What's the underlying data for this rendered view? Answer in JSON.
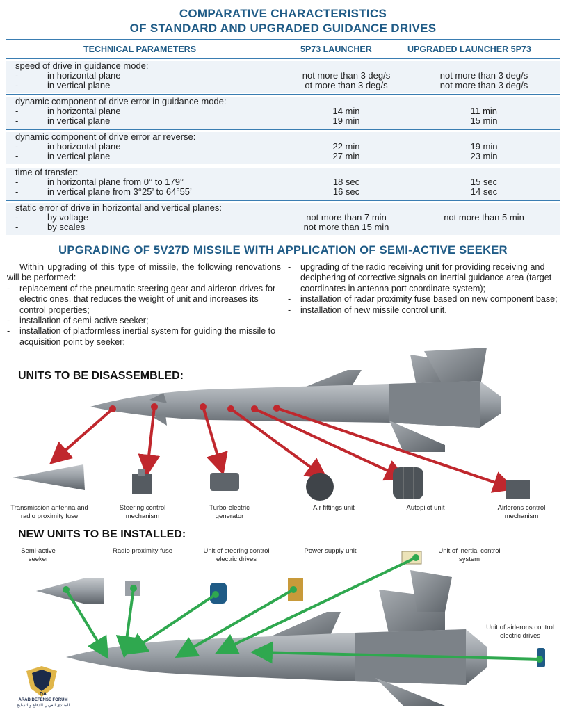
{
  "title": {
    "line1": "COMPARATIVE CHARACTERISTICS",
    "line2": "OF STANDARD AND UPGRADED GUIDANCE DRIVES"
  },
  "table": {
    "headers": [
      "TECHNICAL PARAMETERS",
      "5P73 LAUNCHER",
      "UPGRADED LAUNCHER 5P73"
    ],
    "groups": [
      {
        "label": "speed of drive in guidance mode:",
        "rows": [
          {
            "dash": "-",
            "param": "in horizontal plane",
            "v1": "not more than 3 deg/s",
            "v2": "not more than 3 deg/s"
          },
          {
            "dash": "-",
            "param": "in vertical plane",
            "v1": "ot more than 3 deg/s",
            "v2": "not more than 3 deg/s"
          }
        ]
      },
      {
        "label": "dynamic component of drive error in guidance mode:",
        "rows": [
          {
            "dash": "-",
            "param": "in horizontal plane",
            "v1": "14 min",
            "v2": "11 min"
          },
          {
            "dash": "-",
            "param": "in vertical plane",
            "v1": "19 min",
            "v2": "15 min"
          }
        ]
      },
      {
        "label": "dynamic component of drive error ar reverse:",
        "rows": [
          {
            "dash": "-",
            "param": "in horizontal plane",
            "v1": "22 min",
            "v2": "19 min"
          },
          {
            "dash": "-",
            "param": "in vertical plane",
            "v1": "27 min",
            "v2": "23 min"
          }
        ]
      },
      {
        "label": "time of transfer:",
        "rows": [
          {
            "dash": "-",
            "param": "in horizontal plane from 0° to 179°",
            "v1": "18 sec",
            "v2": "15 sec"
          },
          {
            "dash": "-",
            "param": "in vertical plane from 3°25’ to 64°55’",
            "v1": "16 sec",
            "v2": "14 sec"
          }
        ]
      },
      {
        "label": "static error of drive in horizontal and vertical planes:",
        "rows": [
          {
            "dash": "-",
            "param": "by voltage",
            "v1": "not more than 7 min",
            "v2": "not more than 5 min"
          },
          {
            "dash": "-",
            "param": "by scales",
            "v1": "not more than 15 min",
            "v2": ""
          }
        ]
      }
    ]
  },
  "upgrade": {
    "heading": "UPGRADING OF 5V27D MISSILE WITH APPLICATION OF SEMI-ACTIVE SEEKER",
    "intro": "Within upgrading of this type of missile, the following renovations will be performed:",
    "left_items": [
      "replacement of the pneumatic steering gear and airleron drives for electric ones, that reduces the weight of unit and increases its control properties;",
      "installation of semi-active seeker;",
      "installation of platformless inertial system for guiding the missile to acquisition point by seeker;"
    ],
    "right_items": [
      "upgrading of the radio receiving unit for providing receiving and deciphering of corrective signals on inertial guidance area (target coordinates in antenna port coordinate system);",
      "installation of radar proximity fuse based on new component base;",
      "installation of new missile control unit."
    ]
  },
  "disassembled": {
    "heading": "UNITS TO BE DISASSEMBLED:",
    "units": [
      "Transmission antenna and radio proximity fuse",
      "Steering control mechanism",
      "Turbo-electric generator",
      "Air fittings unit",
      "Autopilot unit",
      "Airlerons control mechanism"
    ],
    "arrow_color": "#c0272d"
  },
  "installed": {
    "heading": "NEW UNITS TO BE INSTALLED:",
    "units": [
      "Semi-active seeker",
      "Radio proximity fuse",
      "Unit of steering control electric drives",
      "Power supply unit",
      "Unit of inertial control system",
      "Unit of airlerons control electric drives"
    ],
    "arrow_color": "#2fa84f"
  },
  "watermark": {
    "abbr": "DA",
    "name": "ARAB DEFENSE FORUM",
    "arabic": "المنتدى العربي للدفاع والتسليح"
  },
  "colors": {
    "title_blue": "#1f5b86",
    "rule_blue": "#3a7db2",
    "missile_gray": "#8e949a"
  }
}
